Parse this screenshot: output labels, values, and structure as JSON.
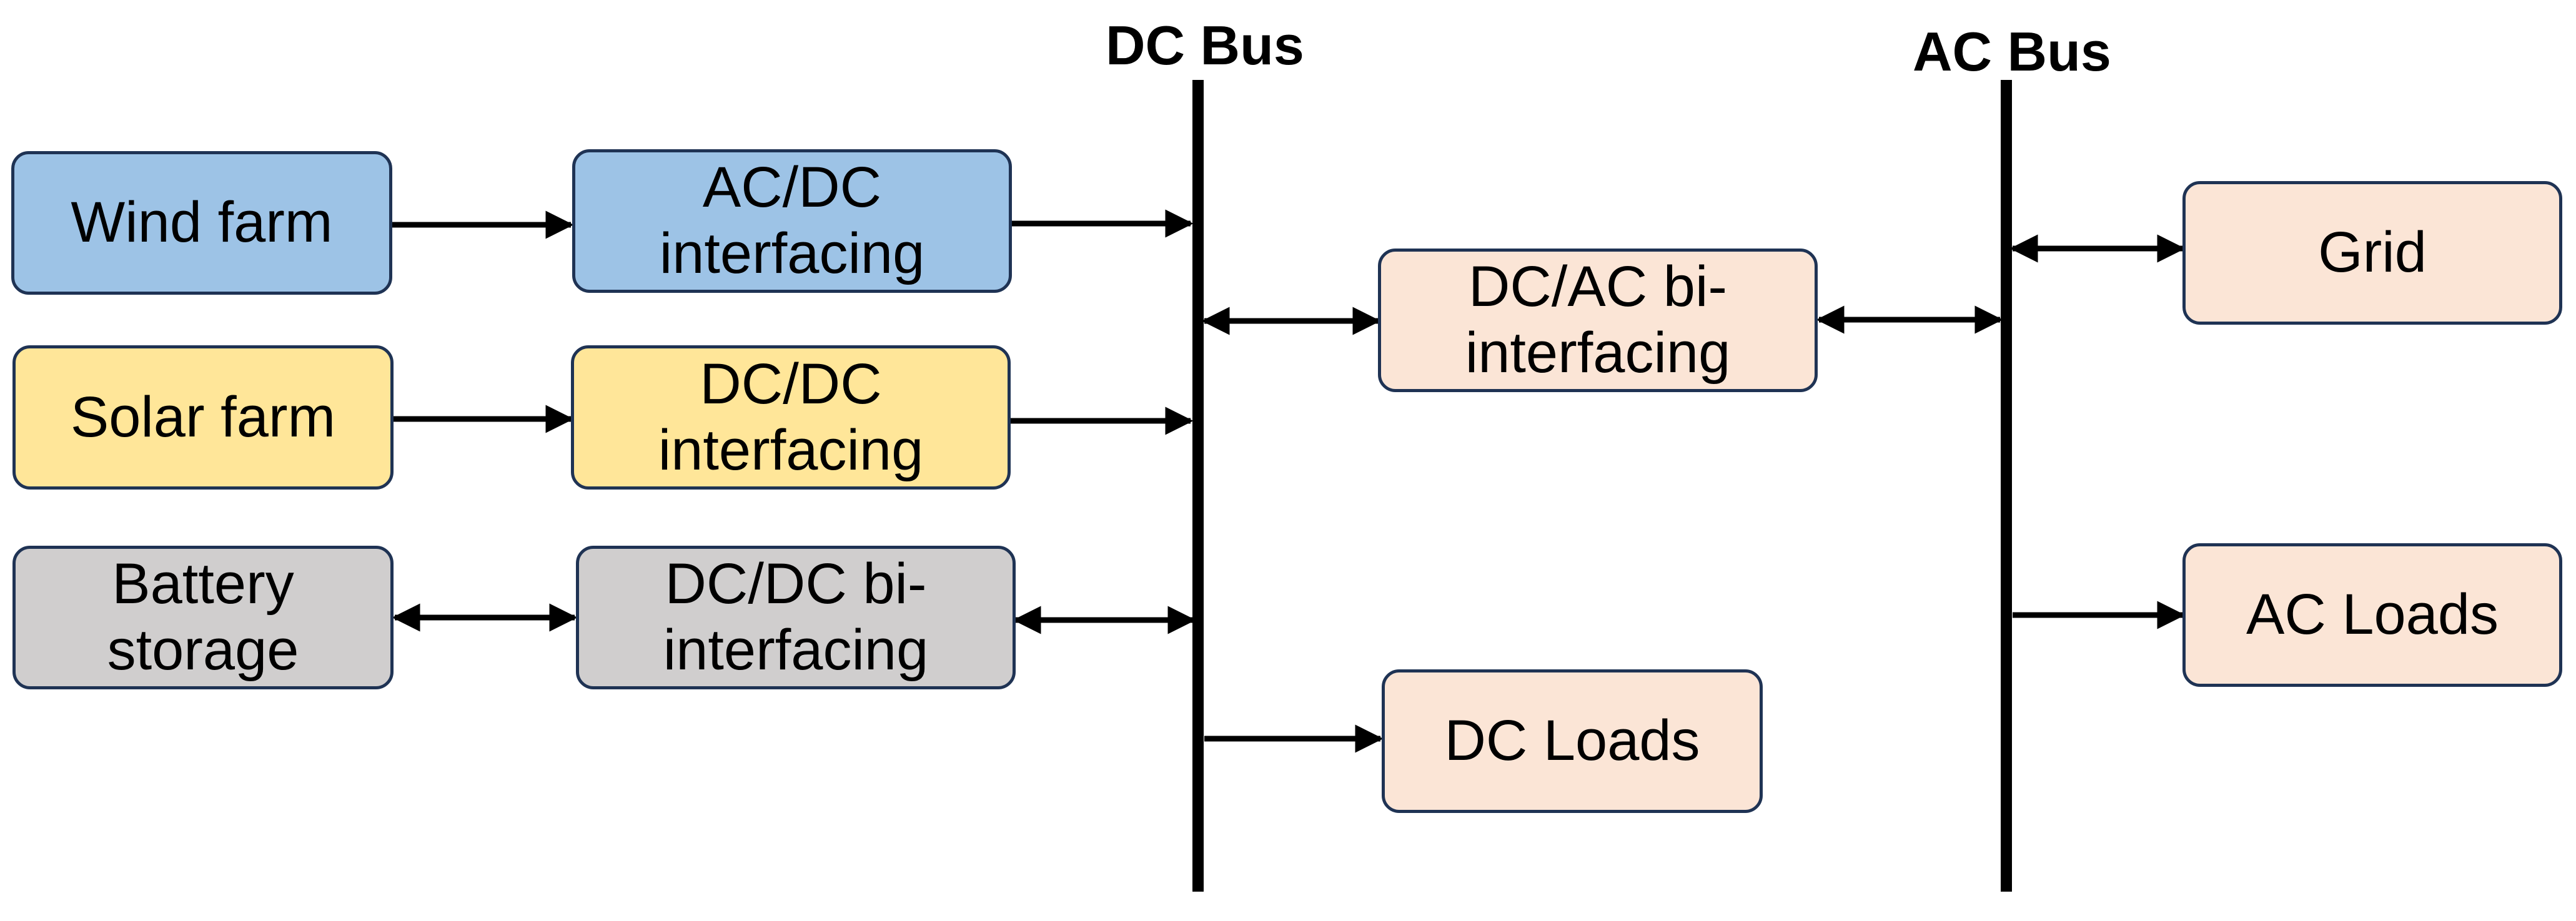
{
  "buses": {
    "dc_label": "DC Bus",
    "ac_label": "AC Bus"
  },
  "sources": {
    "wind_label": "Wind farm",
    "solar_label": "Solar farm",
    "battery_label": "Battery storage"
  },
  "converters": {
    "acdc_label": "AC/DC interfacing",
    "dcdc_label": "DC/DC interfacing",
    "dcdc_bi_label": "DC/DC bi-interfacing",
    "dcac_bi_label": "DC/AC bi-interfacing"
  },
  "loads": {
    "dc_loads_label": "DC Loads",
    "grid_label": "Grid",
    "ac_loads_label": "AC Loads"
  },
  "colors": {
    "wind": "#9dc3e6",
    "solar": "#ffe699",
    "battery": "#d0cece",
    "ac_side": "#fbe5d6",
    "border": "#1f3354",
    "line": "#000000"
  }
}
